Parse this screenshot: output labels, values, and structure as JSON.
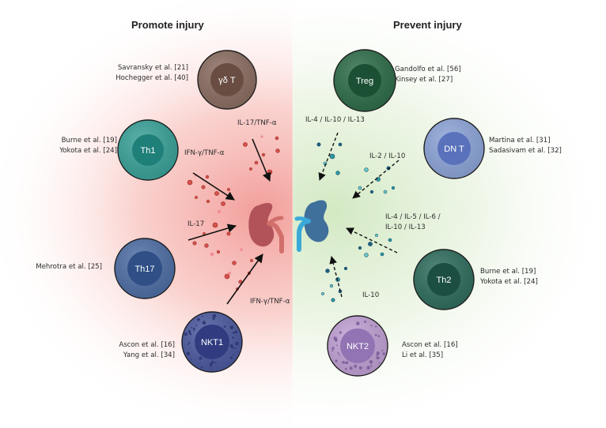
{
  "headers": {
    "promote": "Promote injury",
    "prevent": "Prevent injury"
  },
  "cells": [
    {
      "id": "gdt",
      "label": "γδ T",
      "refs": [
        "Savransky et al. [21]",
        "Hochegger et al. [40]"
      ],
      "side": "promote",
      "outer": "#8c6e62",
      "inner": "#6a4d42"
    },
    {
      "id": "th1",
      "label": "Th1",
      "refs": [
        "Burne et al. [19]",
        "Yokota et al. [24]"
      ],
      "side": "promote",
      "outer": "#3aa39a",
      "inner": "#1f7f79"
    },
    {
      "id": "th17",
      "label": "Th17",
      "refs": [
        "Mehrotra et al. [25]"
      ],
      "side": "promote",
      "outer": "#4f6fa6",
      "inner": "#2f4f86"
    },
    {
      "id": "nkt1",
      "label": "NKT1",
      "refs": [
        "Ascon et al. [16]",
        "Yang et al. [34]"
      ],
      "side": "promote",
      "outer": "#4c5aa0",
      "inner": "#313c80"
    },
    {
      "id": "treg",
      "label": "Treg",
      "refs": [
        "Gandolfo et al. [56]",
        "Kinsey et al. [27]"
      ],
      "side": "prevent",
      "outer": "#2f6e4b",
      "inner": "#1c5034"
    },
    {
      "id": "dnt",
      "label": "DN T",
      "refs": [
        "Martina et al. [31]",
        "Sadasivam et al. [32]"
      ],
      "side": "prevent",
      "outer": "#8ea6da",
      "inner": "#5a72bc"
    },
    {
      "id": "th2",
      "label": "Th2",
      "refs": [
        "Burne et al. [19]",
        "Yokota et al. [24]"
      ],
      "side": "prevent",
      "outer": "#2f6e5e",
      "inner": "#1c4f41"
    },
    {
      "id": "nkt2",
      "label": "NKT2",
      "refs": [
        "Ascon et al. [16]",
        "Li et al. [35]"
      ],
      "side": "prevent",
      "outer": "#c2a2d6",
      "inner": "#9273b3"
    }
  ],
  "cytokines": {
    "il17_tnf": "IL-17/TNF-α",
    "ifn_tnf_top": "IFN-γ/TNF-α",
    "il17": "IL-17",
    "ifn_tnf_bottom": "IFN-γ/TNF-α",
    "il4_10_13": "IL-4 / IL-10 / IL-13",
    "il2_10": "IL-2 / IL-10",
    "il4_5_6": [
      "IL-4 / IL-5 / IL-6 /",
      "IL-10 / IL-13"
    ],
    "il10": "IL-10"
  },
  "colors": {
    "promote_glow": "#f29a95",
    "prevent_glow": "#d7ebc7",
    "kidney_left": "#b05058",
    "kidney_right": "#3d6e9a",
    "red_particle": "#d24a43",
    "teal_particle": "#2a8a9a"
  }
}
